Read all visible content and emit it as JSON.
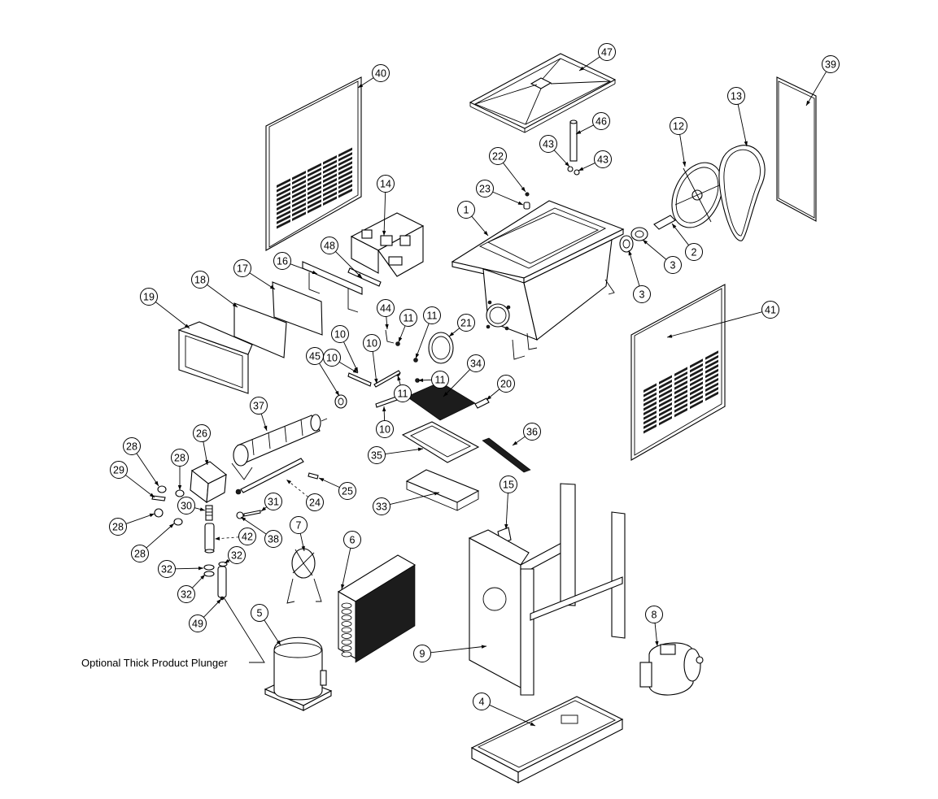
{
  "diagram": {
    "callouts": [
      {
        "id": "c1",
        "label": "1"
      },
      {
        "id": "c2",
        "label": "2"
      },
      {
        "id": "c3a",
        "label": "3"
      },
      {
        "id": "c3b",
        "label": "3"
      },
      {
        "id": "c4",
        "label": "4"
      },
      {
        "id": "c5",
        "label": "5"
      },
      {
        "id": "c6",
        "label": "6"
      },
      {
        "id": "c7",
        "label": "7"
      },
      {
        "id": "c8",
        "label": "8"
      },
      {
        "id": "c9",
        "label": "9"
      },
      {
        "id": "c10a",
        "label": "10"
      },
      {
        "id": "c10b",
        "label": "10"
      },
      {
        "id": "c10c",
        "label": "10"
      },
      {
        "id": "c10d",
        "label": "10"
      },
      {
        "id": "c11a",
        "label": "11"
      },
      {
        "id": "c11b",
        "label": "11"
      },
      {
        "id": "c11c",
        "label": "11"
      },
      {
        "id": "c11d",
        "label": "11"
      },
      {
        "id": "c12",
        "label": "12"
      },
      {
        "id": "c13",
        "label": "13"
      },
      {
        "id": "c14",
        "label": "14"
      },
      {
        "id": "c15",
        "label": "15"
      },
      {
        "id": "c16",
        "label": "16"
      },
      {
        "id": "c17",
        "label": "17"
      },
      {
        "id": "c18",
        "label": "18"
      },
      {
        "id": "c19",
        "label": "19"
      },
      {
        "id": "c20",
        "label": "20"
      },
      {
        "id": "c21",
        "label": "21"
      },
      {
        "id": "c22",
        "label": "22"
      },
      {
        "id": "c23",
        "label": "23"
      },
      {
        "id": "c24",
        "label": "24"
      },
      {
        "id": "c25",
        "label": "25"
      },
      {
        "id": "c26",
        "label": "26"
      },
      {
        "id": "c28a",
        "label": "28"
      },
      {
        "id": "c28b",
        "label": "28"
      },
      {
        "id": "c28c",
        "label": "28"
      },
      {
        "id": "c28d",
        "label": "28"
      },
      {
        "id": "c29",
        "label": "29"
      },
      {
        "id": "c30",
        "label": "30"
      },
      {
        "id": "c31",
        "label": "31"
      },
      {
        "id": "c32a",
        "label": "32"
      },
      {
        "id": "c32b",
        "label": "32"
      },
      {
        "id": "c32c",
        "label": "32"
      },
      {
        "id": "c33",
        "label": "33"
      },
      {
        "id": "c34",
        "label": "34"
      },
      {
        "id": "c35",
        "label": "35"
      },
      {
        "id": "c36",
        "label": "36"
      },
      {
        "id": "c37",
        "label": "37"
      },
      {
        "id": "c38",
        "label": "38"
      },
      {
        "id": "c39",
        "label": "39"
      },
      {
        "id": "c40",
        "label": "40"
      },
      {
        "id": "c41",
        "label": "41"
      },
      {
        "id": "c42",
        "label": "42"
      },
      {
        "id": "c43a",
        "label": "43"
      },
      {
        "id": "c43b",
        "label": "43"
      },
      {
        "id": "c44",
        "label": "44"
      },
      {
        "id": "c45",
        "label": "45"
      },
      {
        "id": "c46",
        "label": "46"
      },
      {
        "id": "c47",
        "label": "47"
      },
      {
        "id": "c48",
        "label": "48"
      },
      {
        "id": "c49",
        "label": "49"
      }
    ],
    "note": "Optional Thick Product Plunger"
  }
}
